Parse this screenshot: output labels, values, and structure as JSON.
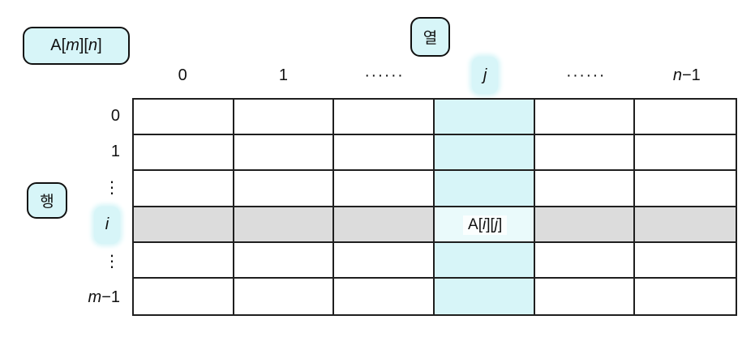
{
  "title_badge": {
    "prefix": "A[",
    "m": "m",
    "mid": "][",
    "n": "n",
    "suffix": "]"
  },
  "axis_badges": {
    "column": "열",
    "row": "행"
  },
  "col_headers": {
    "c0": "0",
    "c1": "1",
    "dots_left": "······",
    "j": "j",
    "dots_right": "······",
    "n": "n",
    "n_suffix": "−1"
  },
  "row_headers": {
    "r0": "0",
    "r1": "1",
    "vdots_top": "⋮",
    "i": "i",
    "vdots_bottom": "⋮",
    "m": "m",
    "m_suffix": "−1"
  },
  "intersection_label": {
    "prefix": "A[",
    "i": "i",
    "mid": "][",
    "j": "j",
    "suffix": "]"
  },
  "grid": {
    "rows": 6,
    "cols": 6,
    "highlight_row_index": 3,
    "highlight_col_index": 3
  },
  "colors": {
    "highlight_cyan": "#d7f5f8",
    "intersection_cyan": "#eafafb",
    "highlight_gray": "#dcdcdc",
    "grid_border": "#1f1f1f",
    "badge_border": "#111111",
    "text": "#111111",
    "background": "#ffffff"
  }
}
